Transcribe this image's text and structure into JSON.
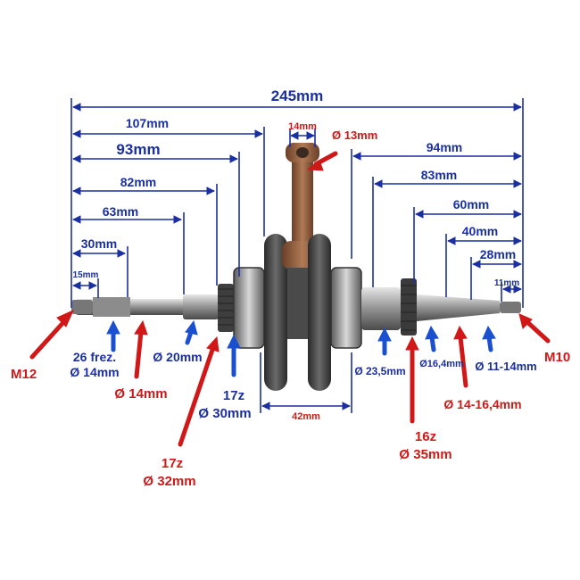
{
  "colors": {
    "dimension": "#1a2fa0",
    "callout_red": "#d01818",
    "callout_blue": "#1a4fd0",
    "metal_dark": "#3a3a3a",
    "metal_light": "#bdbdbd",
    "rod": "#8a5a3a"
  },
  "dimensions_top": {
    "overall": "245mm",
    "rod_width": "14mm",
    "rod_hole": "Ø 13mm"
  },
  "dimensions_left": [
    "107mm",
    "93mm",
    "82mm",
    "63mm",
    "30mm",
    "15mm"
  ],
  "dimensions_right": [
    "94mm",
    "83mm",
    "60mm",
    "40mm",
    "28mm",
    "11mm"
  ],
  "callouts": {
    "m12": "M12",
    "frez_line1": "26 frez.",
    "frez_line2": "Ø 14mm",
    "d14": "Ø 14mm",
    "d20": "Ø 20mm",
    "g17z_line1": "17z",
    "g17z_line2": "Ø 30mm",
    "g17z32_line1": "17z",
    "g17z32_line2": "Ø 32mm",
    "web_width": "42mm",
    "d23_5": "Ø 23,5mm",
    "d16_4": "Ø16,4mm",
    "d11_14": "Ø 11-14mm",
    "g16z_line1": "16z",
    "g16z_line2": "Ø 35mm",
    "d14_16_4": "Ø 14-16,4mm",
    "m10": "M10"
  }
}
